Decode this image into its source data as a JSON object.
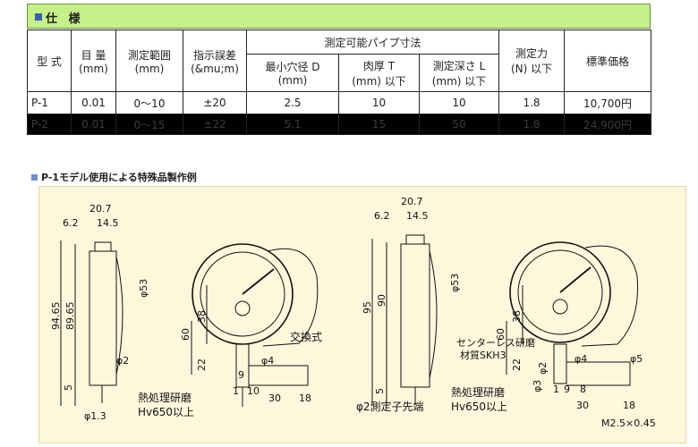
{
  "header": {
    "title": "仕 様"
  },
  "table": {
    "headers": {
      "model": "型 式",
      "grad": "目 量",
      "grad_unit": "(mm)",
      "range": "測定範囲",
      "range_unit": "(mm)",
      "error": "指示誤差",
      "error_unit": "(&mu;m)",
      "pipe_group": "測定可能パイプ寸法",
      "min_d": "最小穴径 D",
      "min_d_unit": "(mm)",
      "thick": "肉厚 T",
      "thick_unit": "(mm) 以下",
      "depth": "測定深さ L",
      "depth_unit": "(mm) 以下",
      "force": "測定力",
      "force_unit": "(N) 以下",
      "price": "標準価格"
    },
    "rows": [
      [
        "P-1",
        "0.01",
        "0〜10",
        "±20",
        "2.5",
        "10",
        "10",
        "1.8",
        "10,700円"
      ],
      [
        "P-2",
        "0.01",
        "0〜15",
        "±22",
        "5.1",
        "15",
        "50",
        "1.8",
        "24,900円"
      ]
    ]
  },
  "section_title": "P-1モデル使用による特殊品製作例",
  "drawing_left": {
    "dims": [
      "20.7",
      "6.2",
      "14.5",
      "94.65",
      "89.65",
      "φ53",
      "38",
      "60",
      "22",
      "9",
      "1",
      "10",
      "30",
      "18",
      "5",
      "φ2",
      "φ4",
      "φ1.3"
    ],
    "labels": [
      "交換式",
      "熱処理研磨",
      "Hv650以上"
    ]
  },
  "drawing_right": {
    "dims": [
      "20.7",
      "6.2",
      "14.5",
      "95",
      "90",
      "φ53",
      "38",
      "60",
      "22",
      "5",
      "φ4",
      "φ5",
      "φ3",
      "φ2",
      "1",
      "9",
      "8",
      "30",
      "18",
      "M2.5×0.45"
    ],
    "labels": [
      "センターレス研磨",
      "材質SKH3",
      "φ2測定子先端",
      "熱処理研磨",
      "Hv650以上"
    ]
  }
}
